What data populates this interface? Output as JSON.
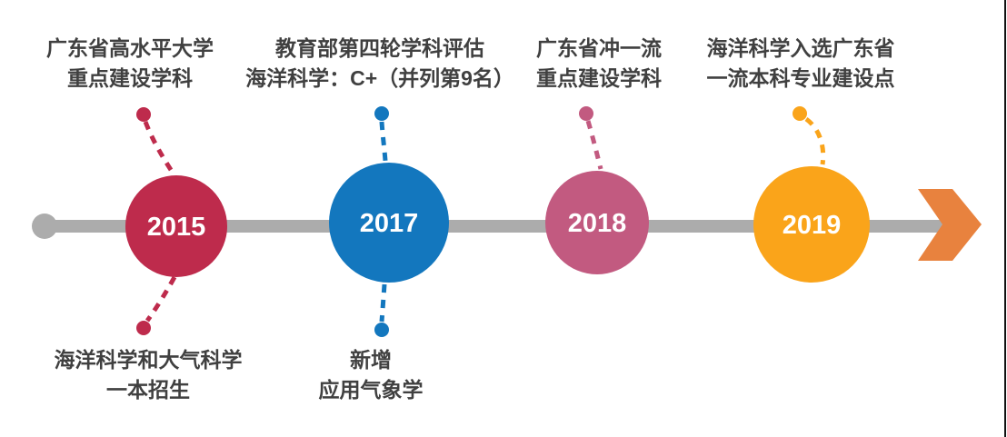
{
  "timeline": {
    "axis_color": "#acacac",
    "arrow_color": "#e8823e",
    "text_color": "#404040",
    "edge_line_color": "#111111"
  },
  "milestones": [
    {
      "year": "2015",
      "color": "#be2b4c",
      "top_label": {
        "line1": "广东省高水平大学",
        "line2": "重点建设学科"
      },
      "bottom_label": {
        "line1": "海洋科学和大气科学",
        "line2": "一本招生"
      }
    },
    {
      "year": "2017",
      "color": "#1377be",
      "top_label": {
        "line1": "教育部第四轮学科评估",
        "line2": "海洋科学：C+（并列第9名）"
      },
      "bottom_label": {
        "line1": "新增",
        "line2": "应用气象学"
      }
    },
    {
      "year": "2018",
      "color": "#c25a80",
      "top_label": {
        "line1": "广东省冲一流",
        "line2": "重点建设学科"
      }
    },
    {
      "year": "2019",
      "color": "#faa41a",
      "top_label": {
        "line1": "海洋科学入选广东省",
        "line2": "一流本科专业建设点"
      }
    }
  ]
}
